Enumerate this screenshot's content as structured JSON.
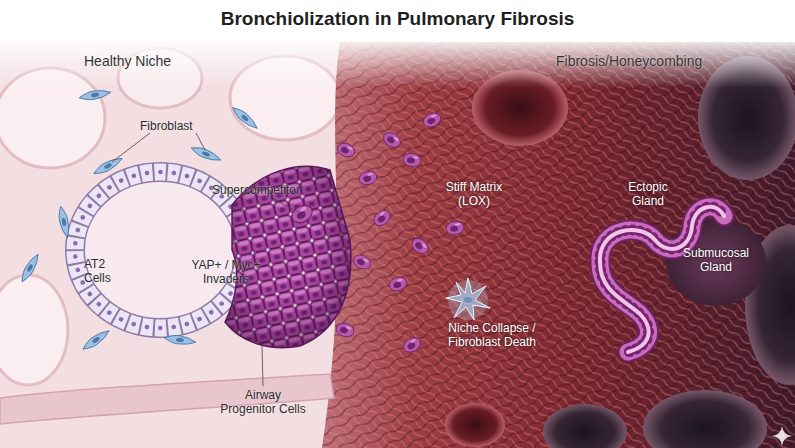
{
  "diagram": {
    "title": "Bronchiolization in Pulmonary Fibrosis",
    "labels": [
      "Healthy Niche",
      "Fibrosis/Honeycombing",
      "Fibroblast",
      "Supercompetitor",
      "AT2 Cells",
      "YAP+ / Myc+ Invaders",
      "Airway Progenitor Cells",
      "Stiff Matrix (LOX)",
      "Ectopic Gland",
      "Submucosal Gland",
      "Niche Collapse / Fibroblast Death"
    ]
  }
}
